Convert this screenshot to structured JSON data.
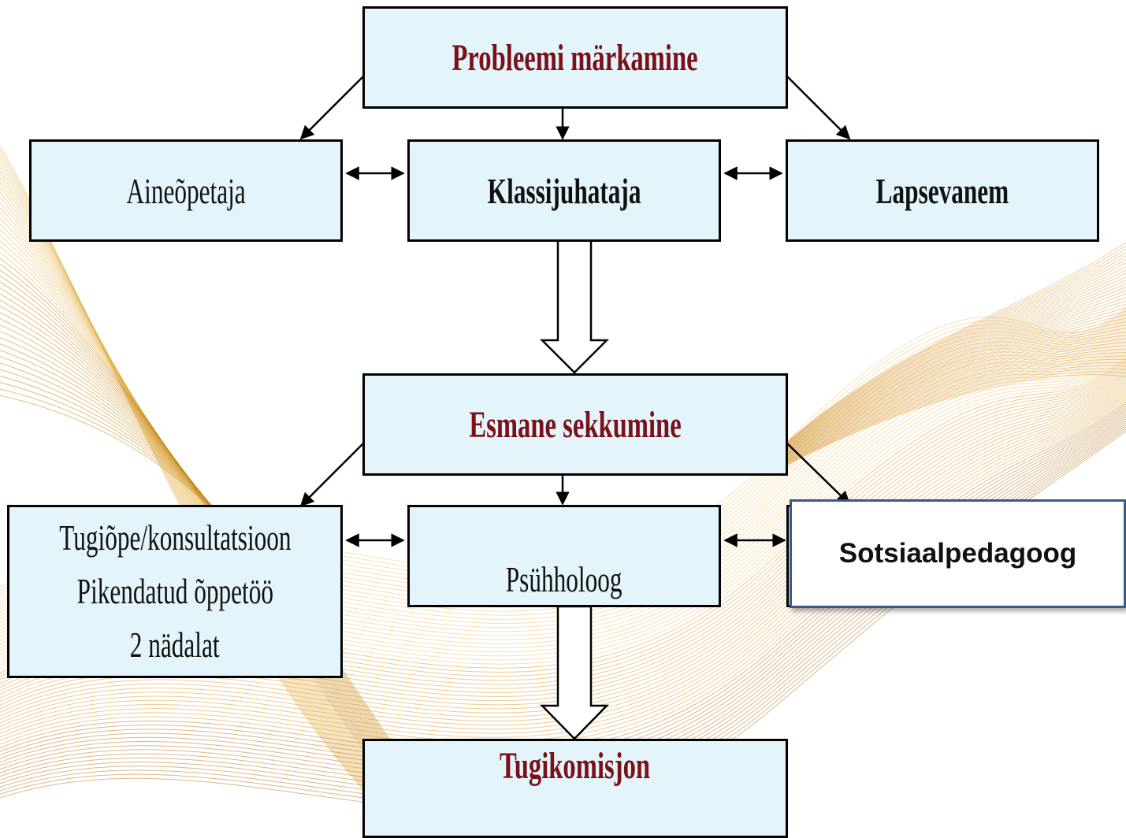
{
  "diagram": {
    "nodes": {
      "problem": "Probleemi märkamine",
      "aineopetaja": "Aineõpetaja",
      "klassijuhataja": "Klassijuhataja",
      "lapsevanem": "Lapsevanem",
      "esmane": "Esmane sekkumine",
      "tugiope": [
        "Tugiõpe/konsultatsioon",
        "Pikendatud õppetöö",
        "2 nädalat"
      ],
      "psyhholoog": "Psühholoog",
      "sotsiaalpedagoog": "Sotsiaalpedagoog",
      "tugikomisjon": "Tugikomisjon"
    },
    "colors": {
      "box_fill": "#e3f5fb",
      "heading_text": "#7a1018",
      "border": "#000000",
      "highlight_border": "#3a5a8c"
    }
  }
}
